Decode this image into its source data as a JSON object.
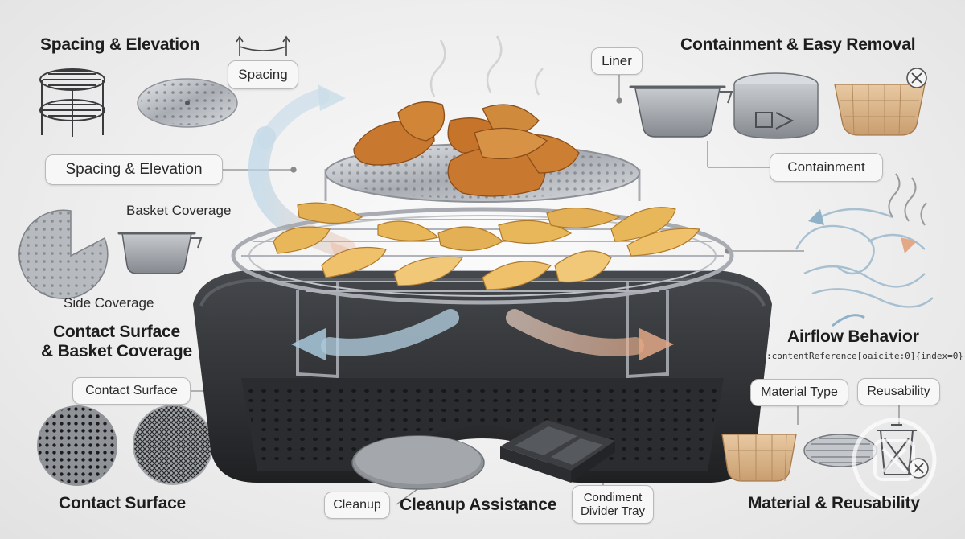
{
  "headings": {
    "spacing_elevation": "Spacing & Elevation",
    "containment_removal": "Containment & Easy Removal",
    "contact_coverage_line1": "Contact Surface",
    "contact_coverage_line2": "& Basket Coverage",
    "airflow": "Airflow Behavior",
    "contact_surface": "Contact Surface",
    "cleanup_assistance": "Cleanup Assistance",
    "material_reusability": "Material & Reusability"
  },
  "labels": {
    "spacing": "Spacing",
    "spacing_elevation": "Spacing & Elevation",
    "basket_coverage": "Basket Coverage",
    "side_coverage": "Side Coverage",
    "contact_surface": "Contact Surface",
    "liner": "Liner",
    "containment": "Containment",
    "material_type": "Material Type",
    "reusability": "Reusability",
    "cleanup": "Cleanup",
    "condiment_line1": "Condiment",
    "condiment_line2": "Divider Tray"
  },
  "reference_text": ":contentReference[oaicite:0]{index=0}",
  "colors": {
    "basket": "#2f3134",
    "steel": "#b8bcc2",
    "potato": "#e8b75a",
    "wing": "#c9782f",
    "paper": "#d9b48a",
    "airflow_cool": "#a9c9dc",
    "airflow_warm": "#e9b9a0"
  }
}
